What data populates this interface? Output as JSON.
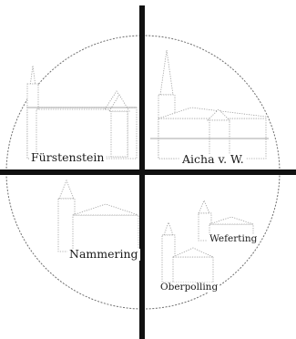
{
  "labels": {
    "fuerstenstein": "Fürstenstein",
    "aicha": "Aicha v. W.",
    "nammering": "Nammering",
    "weferting": "Weferting",
    "oberpolling": "Oberpolling"
  },
  "icons": {
    "emblem": "parish-churches-emblem",
    "cross": "dividing-cross-icon"
  },
  "colors": {
    "background": "#ffffff",
    "cross": "#111111",
    "drawing": "#9a9a9a",
    "text": "#1a1a1a"
  }
}
